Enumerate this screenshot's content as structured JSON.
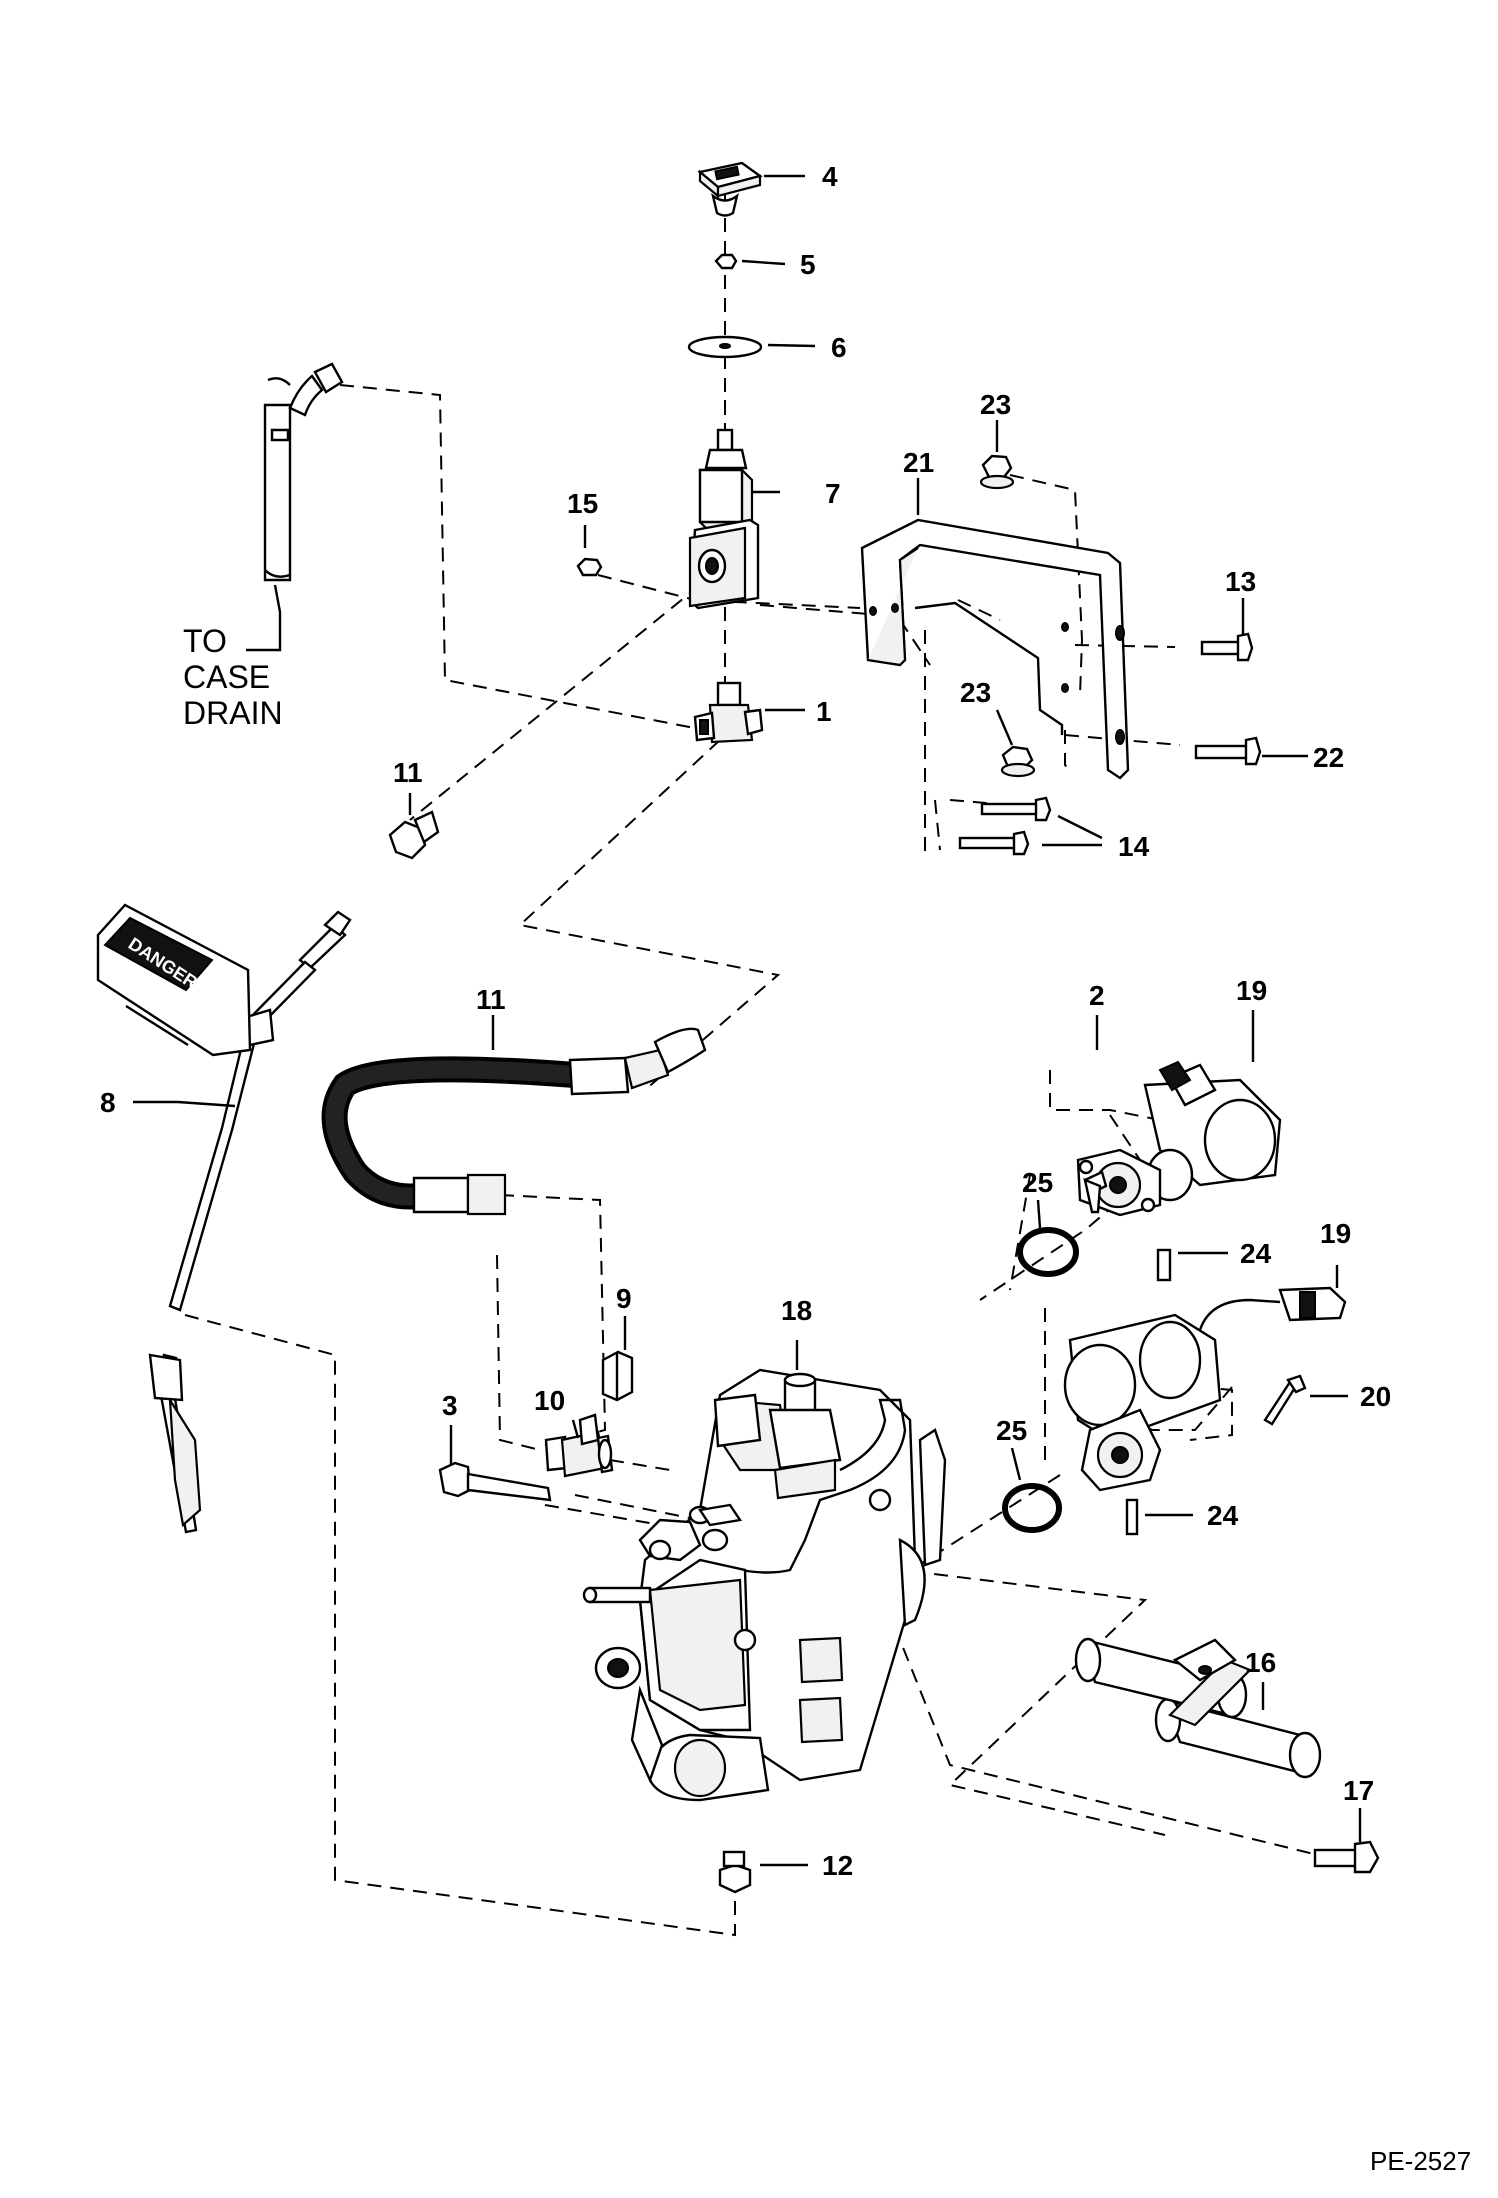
{
  "diagram": {
    "reference_code": "PE-2527",
    "note_text": [
      "TO",
      "CASE",
      "DRAIN"
    ],
    "danger_tag_text": "DANGER",
    "callouts": [
      "1",
      "2",
      "3",
      "4",
      "5",
      "6",
      "7",
      "8",
      "9",
      "10",
      "11",
      "12",
      "12",
      "13",
      "14",
      "15",
      "16",
      "17",
      "18",
      "19",
      "19",
      "20",
      "21",
      "22",
      "23",
      "23",
      "24",
      "24",
      "25",
      "25"
    ]
  }
}
